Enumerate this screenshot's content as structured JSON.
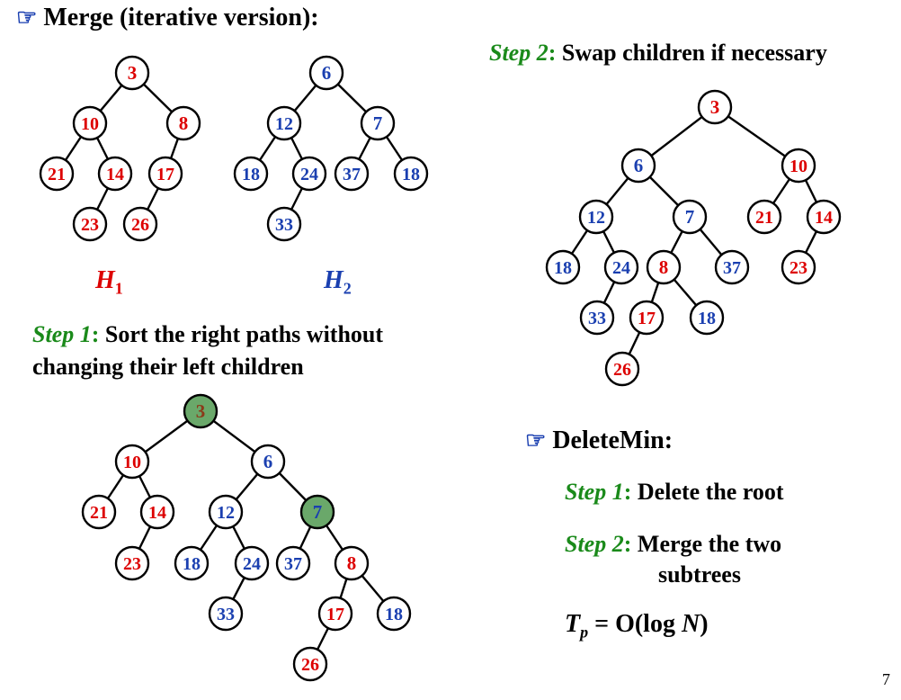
{
  "colors": {
    "red": "#dd0000",
    "blue": "#1a3fb0",
    "green_step": "#1a8a1a",
    "highlight": "#6aa86a"
  },
  "merge_heading": {
    "bullet_icon": "pointing-hand-icon",
    "text": "Merge (iterative version):"
  },
  "h_labels": {
    "h1": "H",
    "h1_sub": "1",
    "h2": "H",
    "h2_sub": "2"
  },
  "step1": {
    "step": "Step 1",
    "colon": ":",
    "line1": " Sort the right paths without",
    "line2": "changing their left children"
  },
  "step2_top": {
    "step": "Step 2",
    "colon": ":",
    "text": " Swap children if necessary"
  },
  "deletemin": {
    "bullet_icon": "pointing-hand-icon",
    "title": "DeleteMin:",
    "s1_step": "Step 1",
    "s1_colon": ":",
    "s1_text": " Delete the root",
    "s2_step": "Step 2",
    "s2_colon": ":",
    "s2_line1": " Merge the two",
    "s2_line2": "subtrees",
    "formula_T": "T",
    "formula_sub": "p",
    "formula_rest1": " = O(log ",
    "formula_N": "N",
    "formula_rest2": ")"
  },
  "page_number": "7",
  "trees": {
    "h1": {
      "nodes": [
        {
          "id": "a",
          "v": "3",
          "c": "red"
        },
        {
          "id": "b",
          "v": "10",
          "c": "red"
        },
        {
          "id": "c",
          "v": "8",
          "c": "red"
        },
        {
          "id": "d",
          "v": "21",
          "c": "red"
        },
        {
          "id": "e",
          "v": "14",
          "c": "red"
        },
        {
          "id": "f",
          "v": "17",
          "c": "red"
        },
        {
          "id": "g",
          "v": "23",
          "c": "red"
        },
        {
          "id": "h",
          "v": "26",
          "c": "red"
        }
      ],
      "edges": [
        [
          "a",
          "b"
        ],
        [
          "a",
          "c"
        ],
        [
          "b",
          "d"
        ],
        [
          "b",
          "e"
        ],
        [
          "e",
          "g"
        ],
        [
          "c",
          "f"
        ],
        [
          "f",
          "h"
        ]
      ]
    },
    "h2": {
      "nodes": [
        {
          "id": "a",
          "v": "6",
          "c": "blue"
        },
        {
          "id": "b",
          "v": "12",
          "c": "blue"
        },
        {
          "id": "c",
          "v": "7",
          "c": "blue"
        },
        {
          "id": "d",
          "v": "18",
          "c": "blue"
        },
        {
          "id": "e",
          "v": "24",
          "c": "blue"
        },
        {
          "id": "f",
          "v": "37",
          "c": "blue"
        },
        {
          "id": "g",
          "v": "18",
          "c": "blue"
        },
        {
          "id": "h",
          "v": "33",
          "c": "blue"
        }
      ],
      "edges": [
        [
          "a",
          "b"
        ],
        [
          "a",
          "c"
        ],
        [
          "b",
          "d"
        ],
        [
          "b",
          "e"
        ],
        [
          "e",
          "h"
        ],
        [
          "c",
          "f"
        ],
        [
          "c",
          "g"
        ]
      ]
    },
    "step1": {
      "nodes": [
        {
          "id": "a",
          "v": "3",
          "c": "red",
          "hl": true
        },
        {
          "id": "b",
          "v": "10",
          "c": "red"
        },
        {
          "id": "c",
          "v": "6",
          "c": "blue"
        },
        {
          "id": "d",
          "v": "21",
          "c": "red"
        },
        {
          "id": "e",
          "v": "14",
          "c": "red"
        },
        {
          "id": "f",
          "v": "23",
          "c": "red"
        },
        {
          "id": "g",
          "v": "12",
          "c": "blue"
        },
        {
          "id": "h",
          "v": "7",
          "c": "blue",
          "hl": true
        },
        {
          "id": "i",
          "v": "18",
          "c": "blue"
        },
        {
          "id": "j",
          "v": "24",
          "c": "blue"
        },
        {
          "id": "k",
          "v": "33",
          "c": "blue"
        },
        {
          "id": "l",
          "v": "37",
          "c": "blue"
        },
        {
          "id": "m",
          "v": "8",
          "c": "red"
        },
        {
          "id": "n",
          "v": "17",
          "c": "red"
        },
        {
          "id": "o",
          "v": "18",
          "c": "blue"
        },
        {
          "id": "p",
          "v": "26",
          "c": "red"
        }
      ],
      "edges": [
        [
          "a",
          "b"
        ],
        [
          "a",
          "c"
        ],
        [
          "b",
          "d"
        ],
        [
          "b",
          "e"
        ],
        [
          "e",
          "f"
        ],
        [
          "c",
          "g"
        ],
        [
          "c",
          "h"
        ],
        [
          "g",
          "i"
        ],
        [
          "g",
          "j"
        ],
        [
          "j",
          "k"
        ],
        [
          "h",
          "l"
        ],
        [
          "h",
          "m"
        ],
        [
          "m",
          "n"
        ],
        [
          "m",
          "o"
        ],
        [
          "n",
          "p"
        ]
      ]
    },
    "step2": {
      "nodes": [
        {
          "id": "a",
          "v": "3",
          "c": "red"
        },
        {
          "id": "b",
          "v": "6",
          "c": "blue"
        },
        {
          "id": "c",
          "v": "10",
          "c": "red"
        },
        {
          "id": "d",
          "v": "12",
          "c": "blue"
        },
        {
          "id": "e",
          "v": "7",
          "c": "blue"
        },
        {
          "id": "f",
          "v": "21",
          "c": "red"
        },
        {
          "id": "g",
          "v": "14",
          "c": "red"
        },
        {
          "id": "h",
          "v": "18",
          "c": "blue"
        },
        {
          "id": "i",
          "v": "24",
          "c": "blue"
        },
        {
          "id": "j",
          "v": "8",
          "c": "red"
        },
        {
          "id": "k",
          "v": "37",
          "c": "blue"
        },
        {
          "id": "l",
          "v": "23",
          "c": "red"
        },
        {
          "id": "m",
          "v": "33",
          "c": "blue"
        },
        {
          "id": "n",
          "v": "17",
          "c": "red"
        },
        {
          "id": "o",
          "v": "18",
          "c": "blue"
        },
        {
          "id": "p",
          "v": "26",
          "c": "red"
        }
      ],
      "edges": [
        [
          "a",
          "b"
        ],
        [
          "a",
          "c"
        ],
        [
          "b",
          "d"
        ],
        [
          "b",
          "e"
        ],
        [
          "c",
          "f"
        ],
        [
          "c",
          "g"
        ],
        [
          "d",
          "h"
        ],
        [
          "d",
          "i"
        ],
        [
          "i",
          "m"
        ],
        [
          "e",
          "j"
        ],
        [
          "e",
          "k"
        ],
        [
          "g",
          "l"
        ],
        [
          "j",
          "n"
        ],
        [
          "j",
          "o"
        ],
        [
          "n",
          "p"
        ]
      ]
    }
  }
}
